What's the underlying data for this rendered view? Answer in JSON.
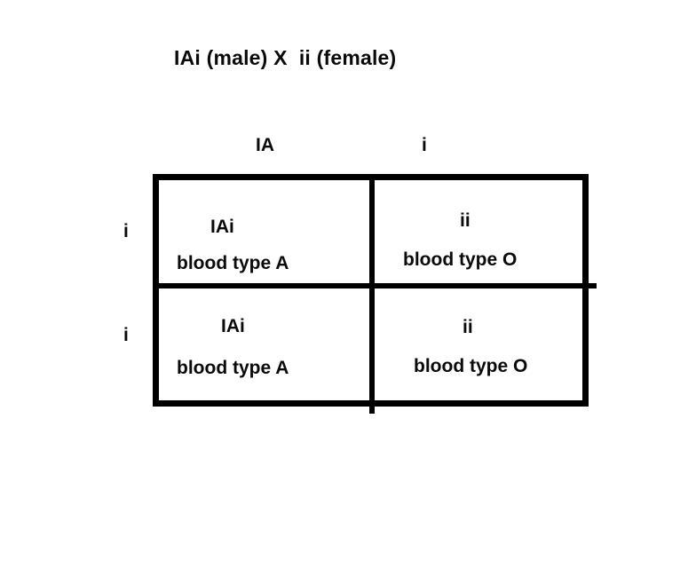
{
  "diagram": {
    "type": "punnett-square",
    "title": "IAi (male) X  ii (female)",
    "parents": {
      "male_genotype": "IAi",
      "female_genotype": "ii"
    },
    "column_headers": [
      "IA",
      "i"
    ],
    "row_headers": [
      "i",
      "i"
    ],
    "cells": [
      [
        {
          "genotype": "IAi",
          "phenotype": "blood type A"
        },
        {
          "genotype": "ii",
          "phenotype": "blood type O"
        }
      ],
      [
        {
          "genotype": "IAi",
          "phenotype": "blood type A"
        },
        {
          "genotype": "ii",
          "phenotype": "blood type O"
        }
      ]
    ],
    "colors": {
      "background": "#ffffff",
      "ink": "#0a0a0a",
      "border": "#000000"
    }
  }
}
